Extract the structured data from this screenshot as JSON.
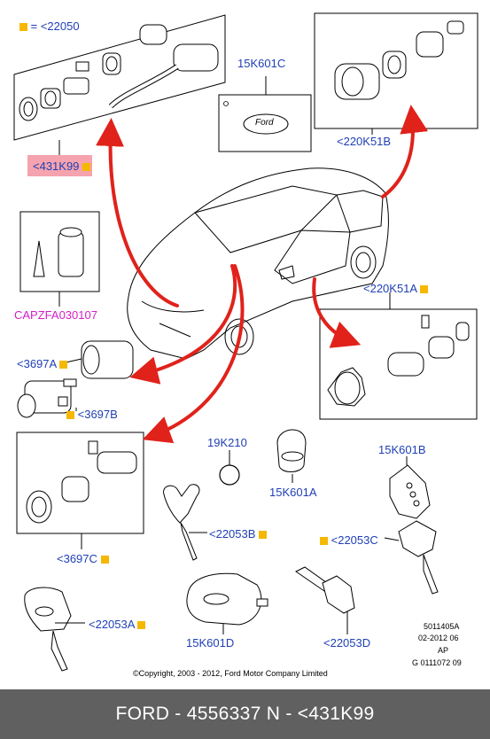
{
  "legend": {
    "text": "= <22050"
  },
  "labels": {
    "k431": "<431K99",
    "k15k601c": "15K601C",
    "k220k51b": "<220K51B",
    "capzfa": "CAPZFA030107",
    "k220k51a": "<220K51A",
    "k3697a": "<3697A",
    "k3697b": "<3697B",
    "k3697c": "<3697C",
    "k19k210": "19K210",
    "k15k601a": "15K601A",
    "k15k601b": "15K601B",
    "k22053b": "<22053B",
    "k22053c": "<22053C",
    "k22053a": "<22053A",
    "k15k601d": "15K601D",
    "k22053d": "<22053D"
  },
  "ref": {
    "line1": "5011405A",
    "line2": "02-2012 06",
    "line3": "AP",
    "line4": "G 0111072 09"
  },
  "badge_text": "Ford",
  "copyright": "©Copyright, 2003 - 2012, Ford Motor Company Limited",
  "footer": "FORD - 4556337     N - <431K99",
  "colors": {
    "label_blue": "#1f3fb5",
    "label_pink": "#d31ec8",
    "marker_yellow": "#f5b800",
    "highlight_pink": "#f5a3ae",
    "arrow_red": "#e0221b",
    "footer_gray": "#606060"
  }
}
